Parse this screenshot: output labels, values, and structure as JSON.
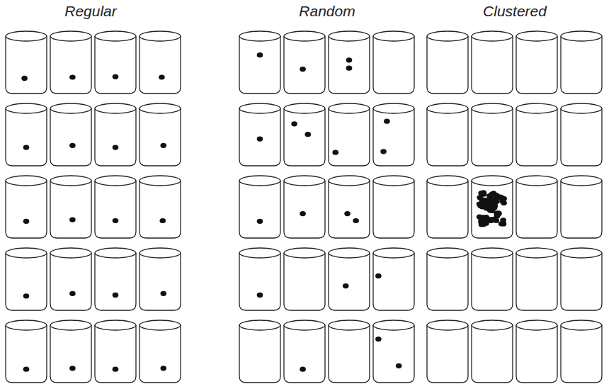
{
  "diagram": {
    "labels": [
      "Regular",
      "Random",
      "Clustered"
    ]
  }
}
